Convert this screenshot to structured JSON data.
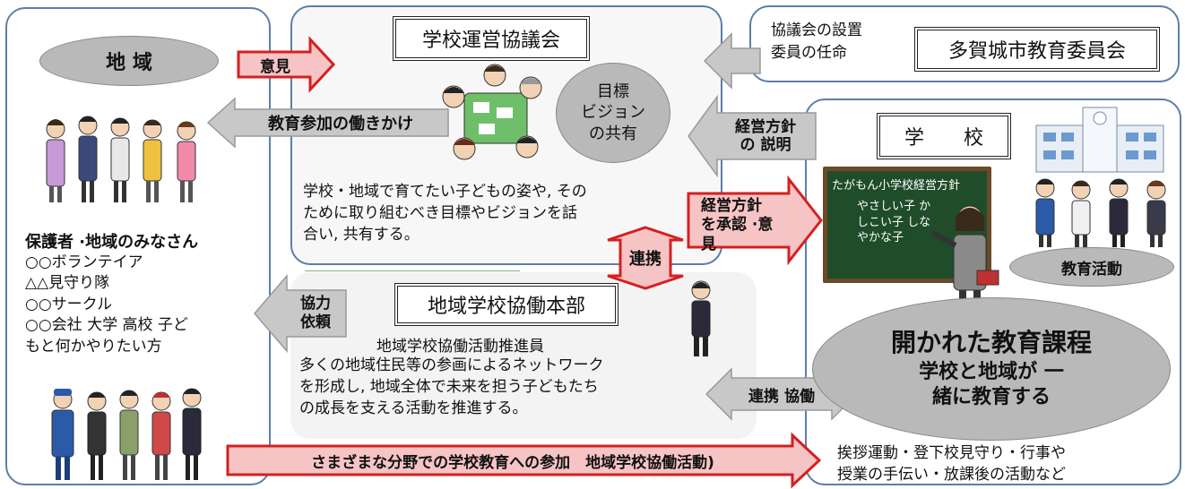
{
  "community": {
    "title": "地 域",
    "guardians_title": "保護者 ·地域のみなさん",
    "groups": [
      "○○ボランテイア",
      "△△見守り隊",
      "○○サークル",
      "○○会社 大学 高校 子ど",
      "もと何かやりたい方"
    ]
  },
  "council": {
    "title": "学校運営協議会",
    "goal_oval": [
      "目標",
      "ビジョン",
      "の共有"
    ],
    "description": [
      "学校・地域で育てたい子どもの姿や, その",
      "ために取り組むべき目標やビジョンを話",
      "合い, 共有する。"
    ]
  },
  "board_of_education": {
    "note": [
      "協議会の設置",
      "委員の任命"
    ],
    "title": "多賀城市教育委員会"
  },
  "school": {
    "title": "学　　校",
    "chalkboard_title": "たがもん小学校経営方針",
    "chalkboard_text": [
      "やさしい子 か",
      "しこい子 しな",
      "やかな子"
    ],
    "activity_oval": "教育活動",
    "curriculum_title": "開かれた教育課程",
    "curriculum_sub": [
      "学校と地域が 一",
      "緒に教育する"
    ],
    "activities": [
      "挨拶運動・登下校見守り・行事や",
      "授業の手伝い・放課後の活動など"
    ]
  },
  "headquarters": {
    "title": "地域学校協働本部",
    "coordinator": "地域学校協働活動推進員",
    "description": [
      "多くの地域住民等の参画によるネットワーク",
      "を形成し, 地域全体で未来を担う子どもたち",
      "の成長を支える活動を推進する。"
    ]
  },
  "arrows": {
    "opinion": "意見",
    "participation_request": "教育参加の働きかけ",
    "policy_explain": [
      "経営方針",
      "の 説明"
    ],
    "policy_approve": [
      "経営方針",
      "を承認 ·意",
      "見"
    ],
    "link": "連携",
    "cooperation_request": [
      "協力",
      "依頼"
    ],
    "collab": "連携 協働",
    "bottom_banner": "さまざまな分野での学校教育への参加　地域学校協働活動)"
  },
  "colors": {
    "panel_border": "#5b7fa8",
    "arrow_red": "#d42020",
    "arrow_pink": "#f6c4c4",
    "arrow_gray": "#c8c8c8",
    "oval_gray": "#b9b9b9"
  }
}
